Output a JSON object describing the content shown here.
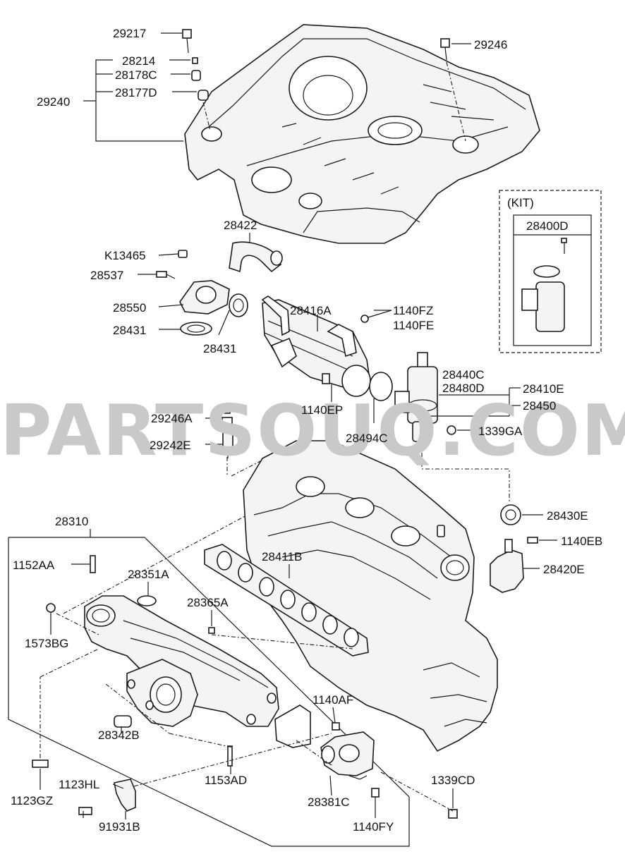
{
  "watermark": "PARTSOUQ.COM",
  "kit": {
    "heading": "(KIT)",
    "part_no": "28400D"
  },
  "labels": {
    "p29217": "29217",
    "p28214": "28214",
    "p28178C": "28178C",
    "p28177D": "28177D",
    "p29240": "29240",
    "p29246": "29246",
    "p28422": "28422",
    "pK13465": "K13465",
    "p28537": "28537",
    "p28550": "28550",
    "p28431a": "28431",
    "p28431b": "28431",
    "p28416A": "28416A",
    "p1140FZ": "1140FZ",
    "p1140FE": "1140FE",
    "p28440C": "28440C",
    "p28480D": "28480D",
    "p28410E": "28410E",
    "p28450": "28450",
    "p1140EP": "1140EP",
    "p28494C": "28494C",
    "p1339GA": "1339GA",
    "p29246A": "29246A",
    "p29242E": "29242E",
    "p28430E": "28430E",
    "p1140EB": "1140EB",
    "p28420E": "28420E",
    "p28310": "28310",
    "p1152AA": "1152AA",
    "p28351A": "28351A",
    "p28411B": "28411B",
    "p28365A": "28365A",
    "p1573BG": "1573BG",
    "p1140AF": "1140AF",
    "p28342B": "28342B",
    "p1153AD": "1153AD",
    "p1339CD": "1339CD",
    "p1123HL": "1123HL",
    "p1123GZ": "1123GZ",
    "p28381C": "28381C",
    "p1140FY": "1140FY",
    "p91931B": "91931B"
  }
}
